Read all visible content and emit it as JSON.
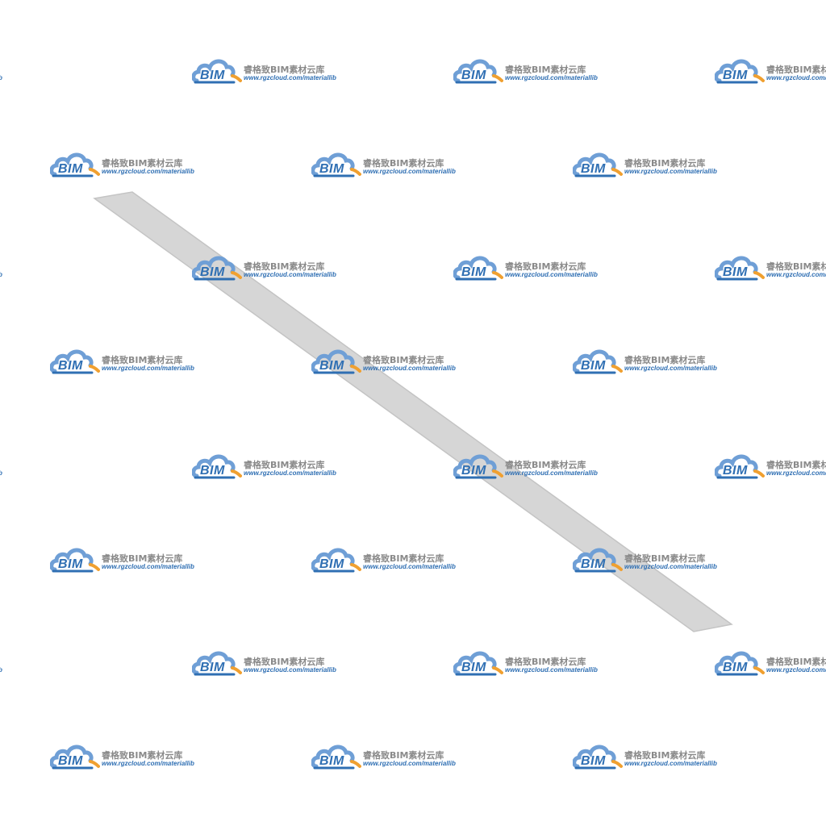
{
  "watermark": {
    "logo_text": "BIM",
    "title": "睿格致BIM素材云库",
    "url": "www.rgzcloud.com/materiallib",
    "logo_color": "#2f6fb3",
    "logo_light_color": "#6f9fd6",
    "accent_color": "#f0a030",
    "title_color": "#8a8a8a",
    "icon": "cloud-logo-icon"
  },
  "model": {
    "object": "plank",
    "fill_color": "#d6d6d6",
    "edge_color": "#c4c4c4",
    "background": "#ffffff"
  }
}
